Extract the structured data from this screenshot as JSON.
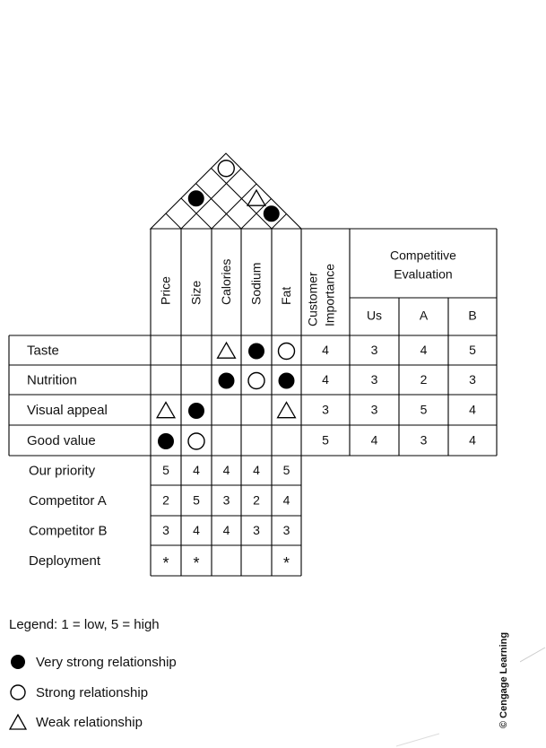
{
  "matrix": {
    "technical_requirements": [
      "Price",
      "Size",
      "Calories",
      "Sodium",
      "Fat"
    ],
    "customer_importance_header": [
      "Customer",
      "Importance"
    ],
    "competitive_evaluation_header": [
      "Competitive",
      "Evaluation"
    ],
    "competitors": [
      "Us",
      "A",
      "B"
    ],
    "rows": [
      {
        "label": "Taste",
        "relations": [
          "",
          "",
          "weak",
          "very-strong",
          "strong"
        ],
        "importance": "4",
        "evaluation": [
          "3",
          "4",
          "5"
        ]
      },
      {
        "label": "Nutrition",
        "relations": [
          "",
          "",
          "very-strong",
          "strong",
          "very-strong"
        ],
        "importance": "4",
        "evaluation": [
          "3",
          "2",
          "3"
        ]
      },
      {
        "label": "Visual appeal",
        "relations": [
          "weak",
          "very-strong",
          "",
          "",
          "weak"
        ],
        "importance": "3",
        "evaluation": [
          "3",
          "5",
          "4"
        ]
      },
      {
        "label": "Good value",
        "relations": [
          "very-strong",
          "strong",
          "",
          "",
          ""
        ],
        "importance": "5",
        "evaluation": [
          "4",
          "3",
          "4"
        ]
      }
    ],
    "bottom_rows": [
      {
        "label": "Our priority",
        "values": [
          "5",
          "4",
          "4",
          "4",
          "5"
        ]
      },
      {
        "label": "Competitor A",
        "values": [
          "2",
          "5",
          "3",
          "2",
          "4"
        ]
      },
      {
        "label": "Competitor B",
        "values": [
          "3",
          "4",
          "4",
          "3",
          "3"
        ]
      },
      {
        "label": "Deployment",
        "values": [
          "*",
          "*",
          "",
          "",
          "*"
        ]
      }
    ],
    "roof_correlations": [
      {
        "pair": [
          "Price",
          "Calories"
        ],
        "symbol": "very-strong"
      },
      {
        "pair": [
          "Calories",
          "Fat"
        ],
        "symbol": "weak"
      },
      {
        "pair": [
          "Sodium",
          "Fat"
        ],
        "symbol": "very-strong"
      },
      {
        "pair": [
          "Price",
          "Fat"
        ],
        "symbol": "strong"
      }
    ]
  },
  "legend": {
    "title": "Legend: 1 = low, 5 = high",
    "items": [
      {
        "symbol": "very-strong",
        "label": "Very strong relationship"
      },
      {
        "symbol": "strong",
        "label": "Strong relationship"
      },
      {
        "symbol": "weak",
        "label": "Weak relationship"
      }
    ]
  },
  "credit": "© Cengage Learning"
}
